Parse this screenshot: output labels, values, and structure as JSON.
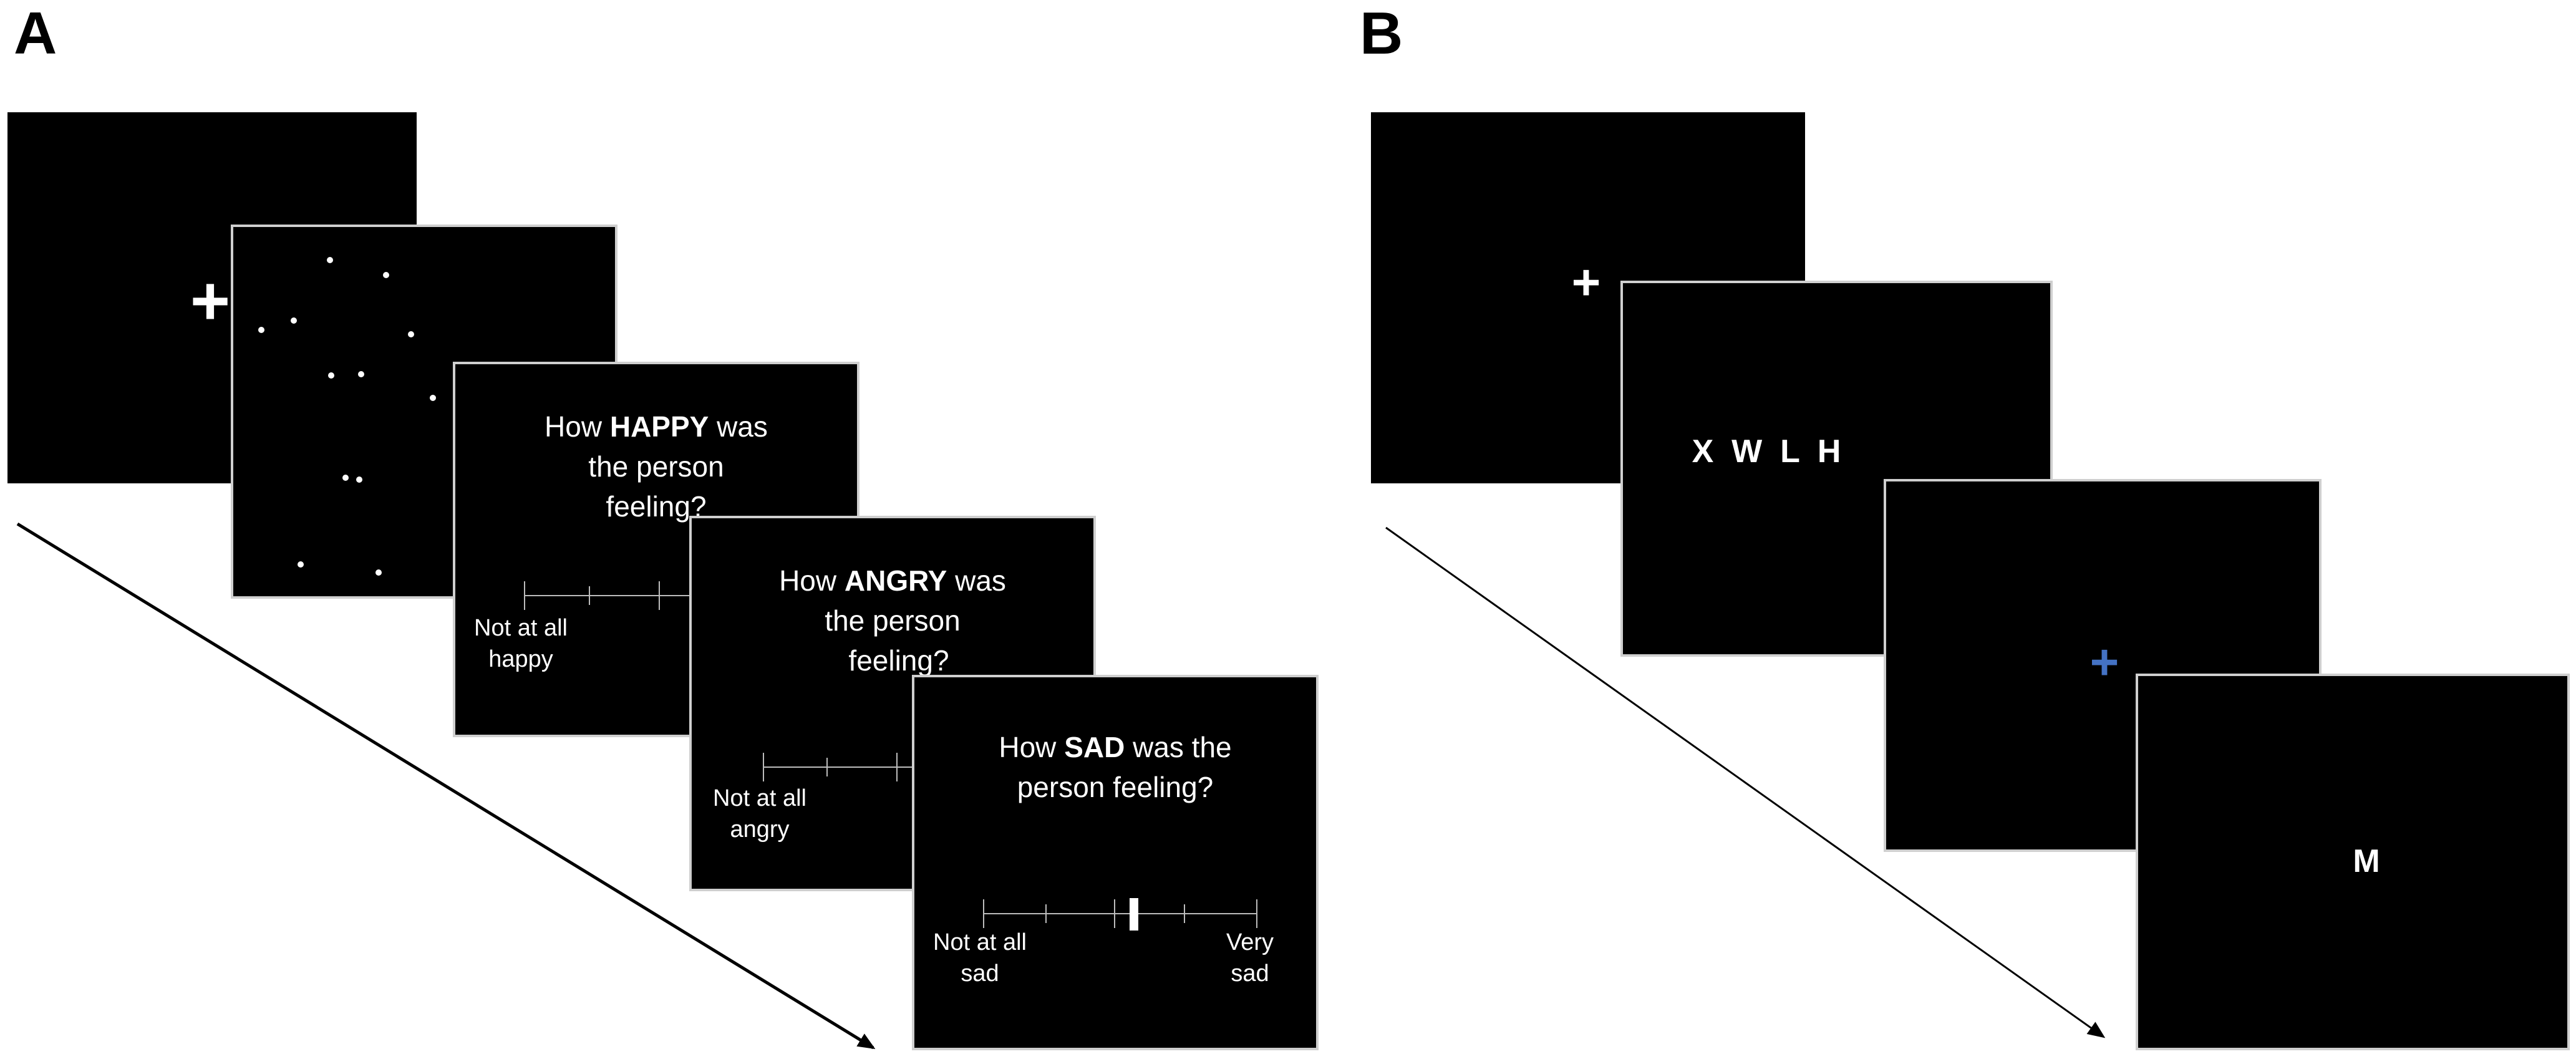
{
  "panels": {
    "a": {
      "letter": "A"
    },
    "b": {
      "letter": "B"
    }
  },
  "fixation_symbol": "+",
  "colors": {
    "screen_bg": "#000000",
    "text": "#ffffff",
    "blue_cross": "#4472c4"
  },
  "panel_a": {
    "happy": {
      "q_prefix": "How ",
      "q_emotion": "HAPPY",
      "q_suffix": " was",
      "q_line2": "the person",
      "q_line3": "feeling?",
      "anchor_low_1": "Not at all",
      "anchor_low_2": "happy"
    },
    "angry": {
      "q_prefix": "How ",
      "q_emotion": "ANGRY",
      "q_suffix": " was",
      "q_line2": "the person",
      "q_line3": "feeling?",
      "anchor_low_1": "Not at all",
      "anchor_low_2": "angry"
    },
    "sad": {
      "q_prefix": "How ",
      "q_emotion": "SAD",
      "q_suffix": " was the",
      "q_line2": "person feeling?",
      "anchor_low_1": "Not at all",
      "anchor_low_2": "sad",
      "anchor_high_1": "Very",
      "anchor_high_2": "sad"
    }
  },
  "panel_b": {
    "letter_string": "X  W  L  H",
    "probe_letter": "M"
  }
}
